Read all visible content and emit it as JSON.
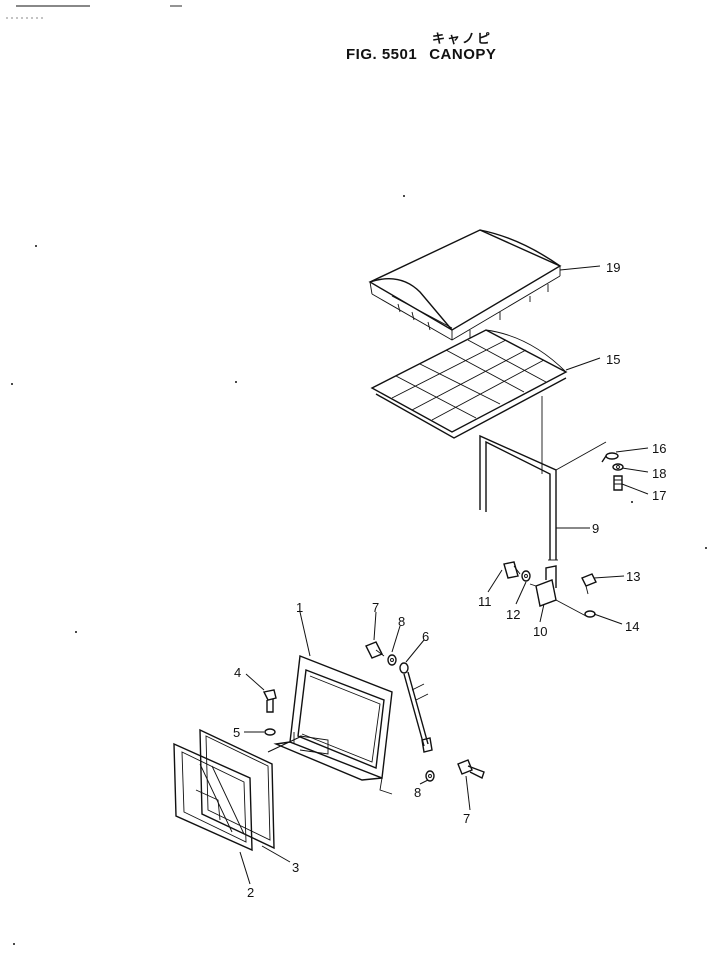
{
  "title": {
    "jp": "キャノピ",
    "fig": "FIG. 5501",
    "name": "CANOPY"
  },
  "callouts": [
    "19",
    "15",
    "16",
    "18",
    "17",
    "9",
    "13",
    "11",
    "12",
    "10",
    "14",
    "1",
    "7",
    "8",
    "6",
    "4",
    "5",
    "8",
    "7",
    "3",
    "2"
  ]
}
